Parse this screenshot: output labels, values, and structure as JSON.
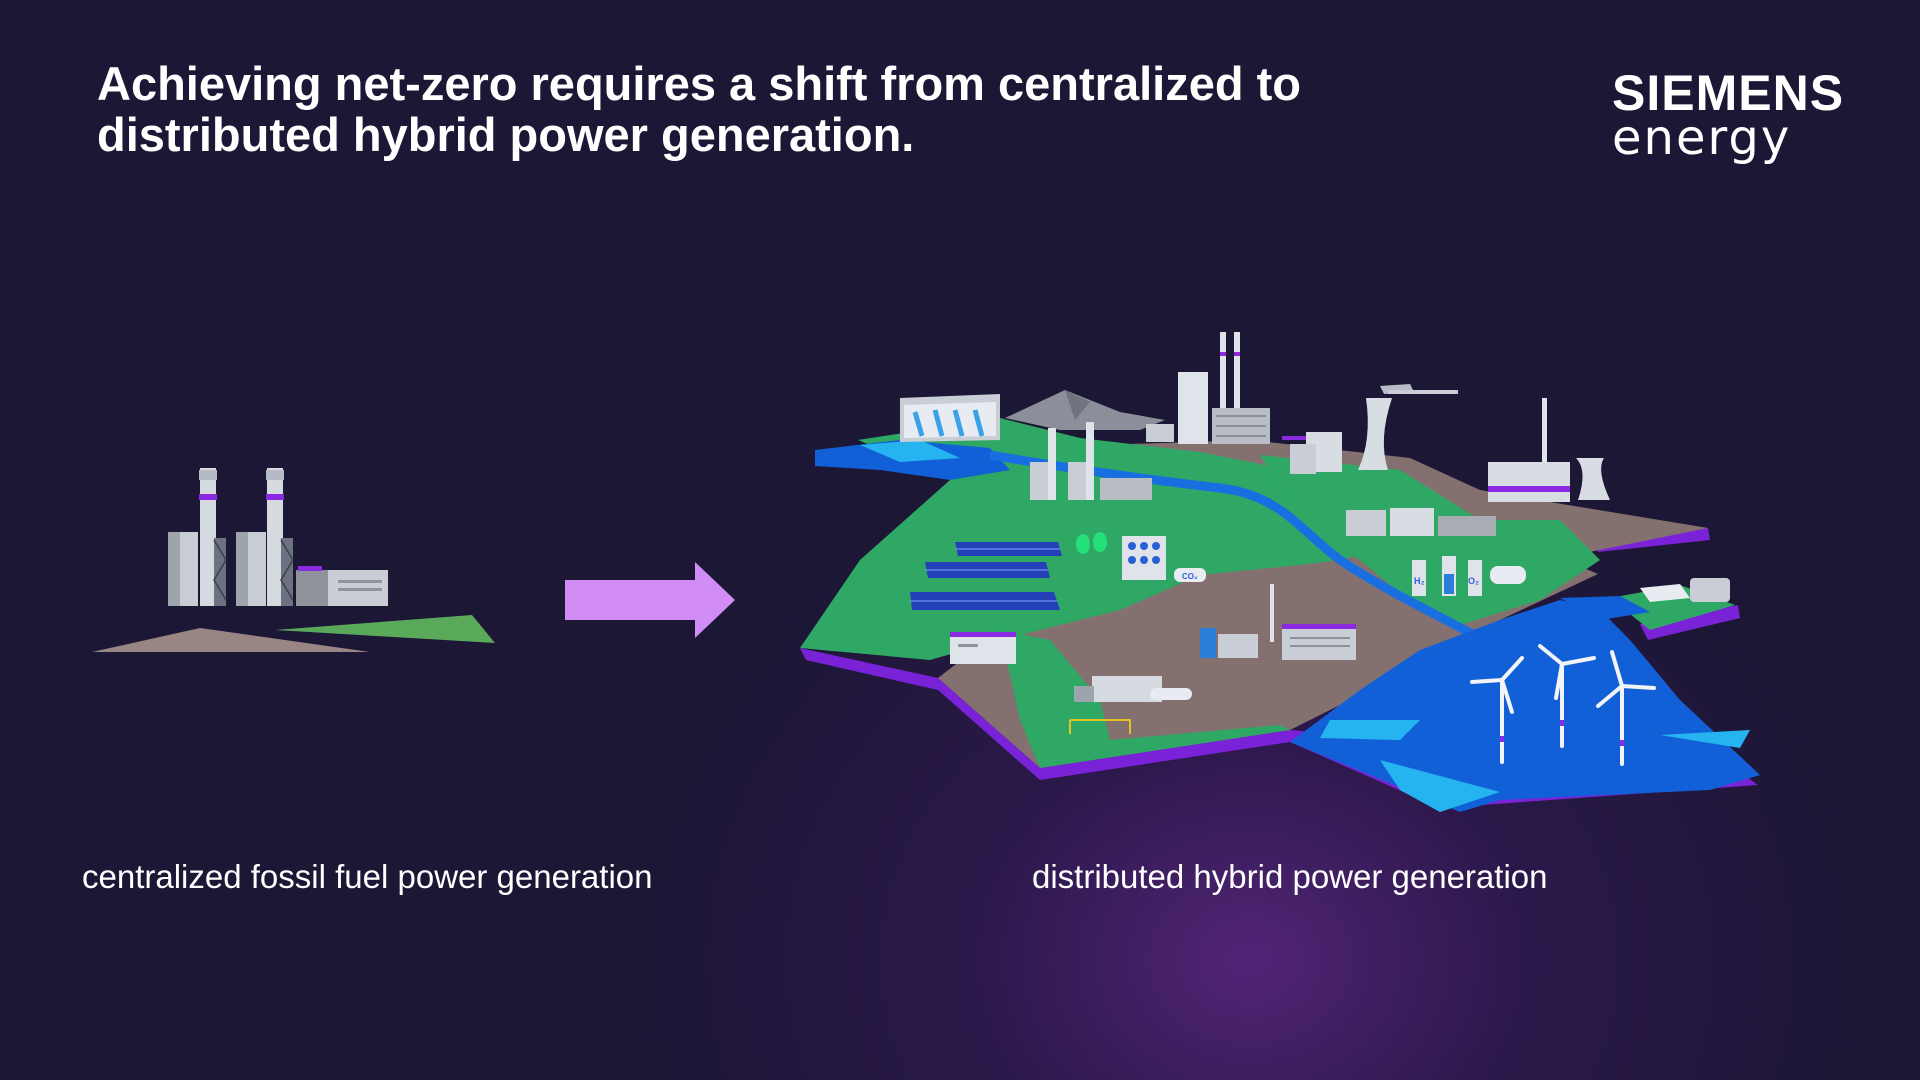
{
  "title": "Achieving net-zero requires a shift from centralized to distributed hybrid power generation.",
  "logo": {
    "line1": "SIEMENS",
    "line2": "energy"
  },
  "captions": {
    "left": "centralized fossil fuel power generation",
    "right": "distributed hybrid power generation"
  },
  "map_labels": {
    "co2": "CO₂",
    "h2": "H₂",
    "o2": "O₂"
  },
  "colors": {
    "background": "#1c1735",
    "arrow": "#d18cf5",
    "grass": "#2fa865",
    "soil": "#8a7474",
    "water": "#1160d8",
    "map_edge": "#8a2be2"
  }
}
